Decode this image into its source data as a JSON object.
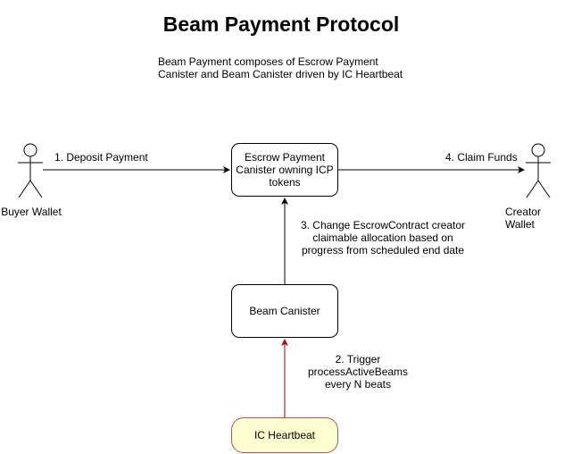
{
  "title": "Beam Payment Protocol",
  "subtitle": "Beam Payment composes of Escrow Payment\nCanister and Beam Canister driven by IC Heartbeat",
  "actors": {
    "buyer": "Buyer Wallet",
    "creator": "Creator Wallet"
  },
  "nodes": {
    "escrow": "Escrow Payment\nCanister owning ICP\ntokens",
    "beam": "Beam Canister",
    "heartbeat": "IC Heartbeat"
  },
  "edges": {
    "deposit": "1. Deposit Payment",
    "trigger": "2. Trigger\nprocessActiveBeams\nevery N beats",
    "change": "3. Change EscrowContract creator\nclaimable allocation based on\nprogress from scheduled end date",
    "claim": "4. Claim Funds"
  },
  "colors": {
    "heartbeat_fill": "#fffed0",
    "heartbeat_border": "#b85450",
    "trigger_arrow": "#b20000"
  }
}
